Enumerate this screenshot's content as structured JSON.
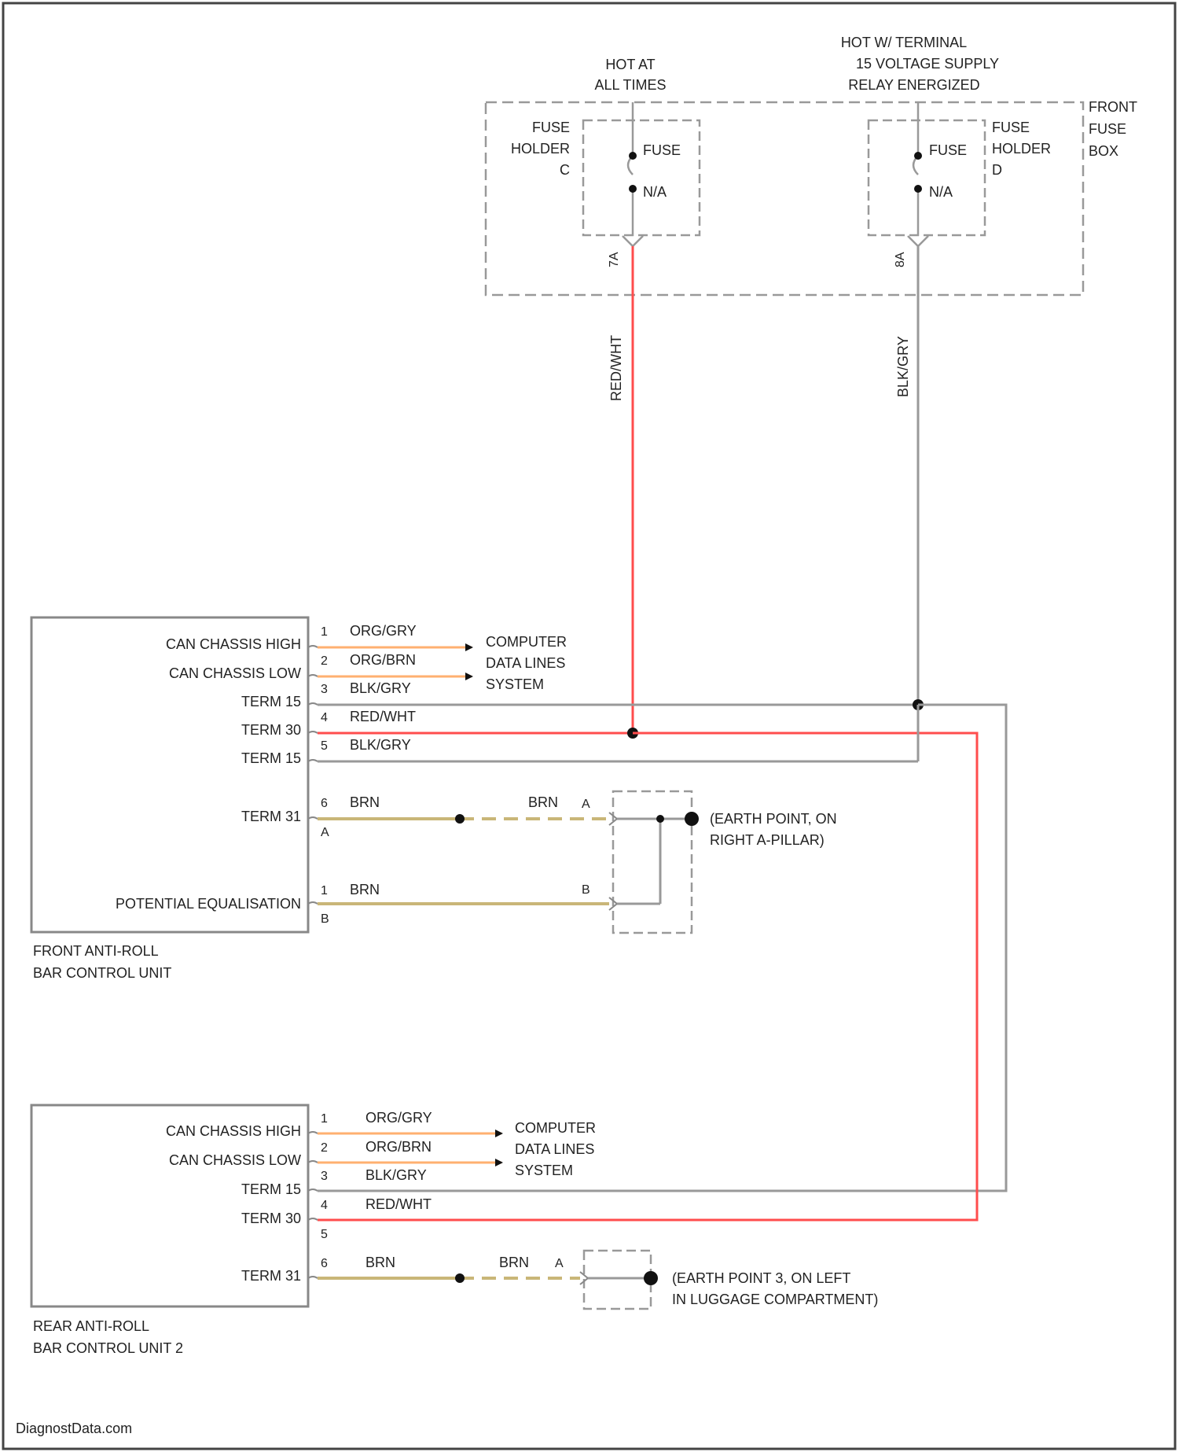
{
  "colors": {
    "frame": "#444444",
    "box": "#888888",
    "dash": "#999999",
    "wire_red": "#ff4d4d",
    "wire_gray": "#999999",
    "wire_orange": "#ffb070",
    "wire_brown": "#c9b678",
    "dot": "#111111"
  },
  "supply": {
    "hot_at_all_times": [
      "HOT AT",
      "ALL TIMES"
    ],
    "hot_term15": [
      "HOT W/ TERMINAL",
      "15 VOLTAGE SUPPLY",
      "RELAY ENERGIZED"
    ],
    "front_fuse_box": [
      "FRONT",
      "FUSE",
      "BOX"
    ]
  },
  "fuses": {
    "left": {
      "holder": [
        "FUSE",
        "HOLDER",
        "C"
      ],
      "name": "FUSE",
      "rating": "N/A",
      "terminal": "7A",
      "wire": "RED/WHT"
    },
    "right": {
      "holder": [
        "FUSE",
        "HOLDER",
        "D"
      ],
      "name": "FUSE",
      "rating": "N/A",
      "terminal": "8A",
      "wire": "BLK/GRY"
    }
  },
  "front_unit": {
    "caption": [
      "FRONT ANTI-ROLL",
      "BAR CONTROL UNIT"
    ],
    "signals": [
      "CAN CHASSIS HIGH",
      "CAN CHASSIS LOW",
      "TERM 15",
      "TERM 30",
      "TERM 15",
      "TERM 31",
      "POTENTIAL EQUALISATION"
    ],
    "pins": [
      "1",
      "2",
      "3",
      "4",
      "5",
      "6",
      "A",
      "1",
      "B"
    ],
    "wires": [
      "ORG/GRY",
      "ORG/BRN",
      "BLK/GRY",
      "RED/WHT",
      "BLK/GRY",
      "BRN",
      "BRN"
    ],
    "data_lines": [
      "COMPUTER",
      "DATA LINES",
      "SYSTEM"
    ],
    "ground_wire": "BRN",
    "ground_pin_a": "A",
    "ground_pin_b": "B",
    "ground": [
      "(EARTH POINT, ON",
      "RIGHT A-PILLAR)"
    ]
  },
  "rear_unit": {
    "caption": [
      "REAR ANTI-ROLL",
      "BAR CONTROL UNIT 2"
    ],
    "signals": [
      "CAN CHASSIS HIGH",
      "CAN CHASSIS LOW",
      "TERM 15",
      "TERM 30",
      "TERM 31"
    ],
    "pins": [
      "1",
      "2",
      "3",
      "4",
      "5",
      "6"
    ],
    "wires": [
      "ORG/GRY",
      "ORG/BRN",
      "BLK/GRY",
      "RED/WHT",
      "BRN"
    ],
    "data_lines": [
      "COMPUTER",
      "DATA LINES",
      "SYSTEM"
    ],
    "ground_wire": "BRN",
    "ground_pin": "A",
    "ground": [
      "(EARTH POINT 3, ON LEFT",
      "IN LUGGAGE COMPARTMENT)"
    ]
  },
  "watermark": "DiagnostData.com"
}
